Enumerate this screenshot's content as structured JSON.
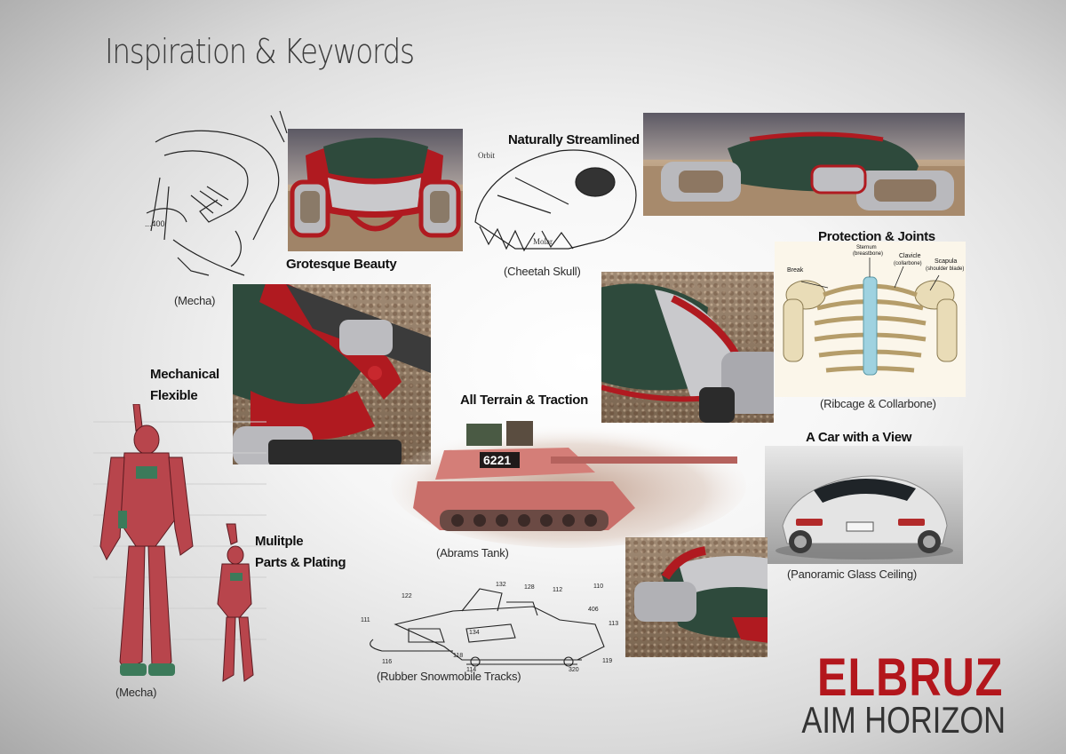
{
  "page": {
    "title": "Inspiration & Keywords"
  },
  "keywords": {
    "grotesque": "Grotesque Beauty",
    "streamlined": "Naturally Streamlined",
    "protection": "Protection & Joints",
    "mechanical": "Mechanical",
    "flexible": "Flexible",
    "terrain": "All Terrain & Traction",
    "car_view": "A Car with a View",
    "multiple": "Mulitple",
    "plating": "Parts & Plating"
  },
  "captions": {
    "mecha_top": "(Mecha)",
    "cheetah": "(Cheetah Skull)",
    "ribcage": "(Ribcage & Collarbone)",
    "tank": "(Abrams Tank)",
    "glass": "(Panoramic Glass Ceiling)",
    "snowmobile": "(Rubber Snowmobile Tracks)",
    "mecha_bottom": "(Mecha)"
  },
  "diagram_labels": {
    "skull_orbit": "Orbit",
    "skull_molar": "Molar",
    "rib_sternum": "Sternum",
    "rib_breastbone": "(breastbone)",
    "rib_break": "Break",
    "rib_clavicle": "Clavicle",
    "rib_collarbone": "(collarbone)",
    "rib_scapula": "Scapula",
    "rib_shoulder": "(shoulder blade)",
    "tank_number": "6221",
    "sm_122": "122",
    "sm_132": "132",
    "sm_128": "128",
    "sm_112": "112",
    "sm_110": "110",
    "sm_406": "406",
    "sm_111": "111",
    "sm_134": "134",
    "sm_113": "113",
    "sm_116": "116",
    "sm_118": "118",
    "sm_114": "114",
    "sm_320": "320",
    "sm_119": "119"
  },
  "brand": {
    "name": "ELBRUZ",
    "tagline": "AIM HORIZON"
  },
  "colors": {
    "accent": "#b3161c",
    "body_green": "#2e4a3c",
    "chrome": "#c9c9cc",
    "mecha_red": "#b8454c"
  }
}
